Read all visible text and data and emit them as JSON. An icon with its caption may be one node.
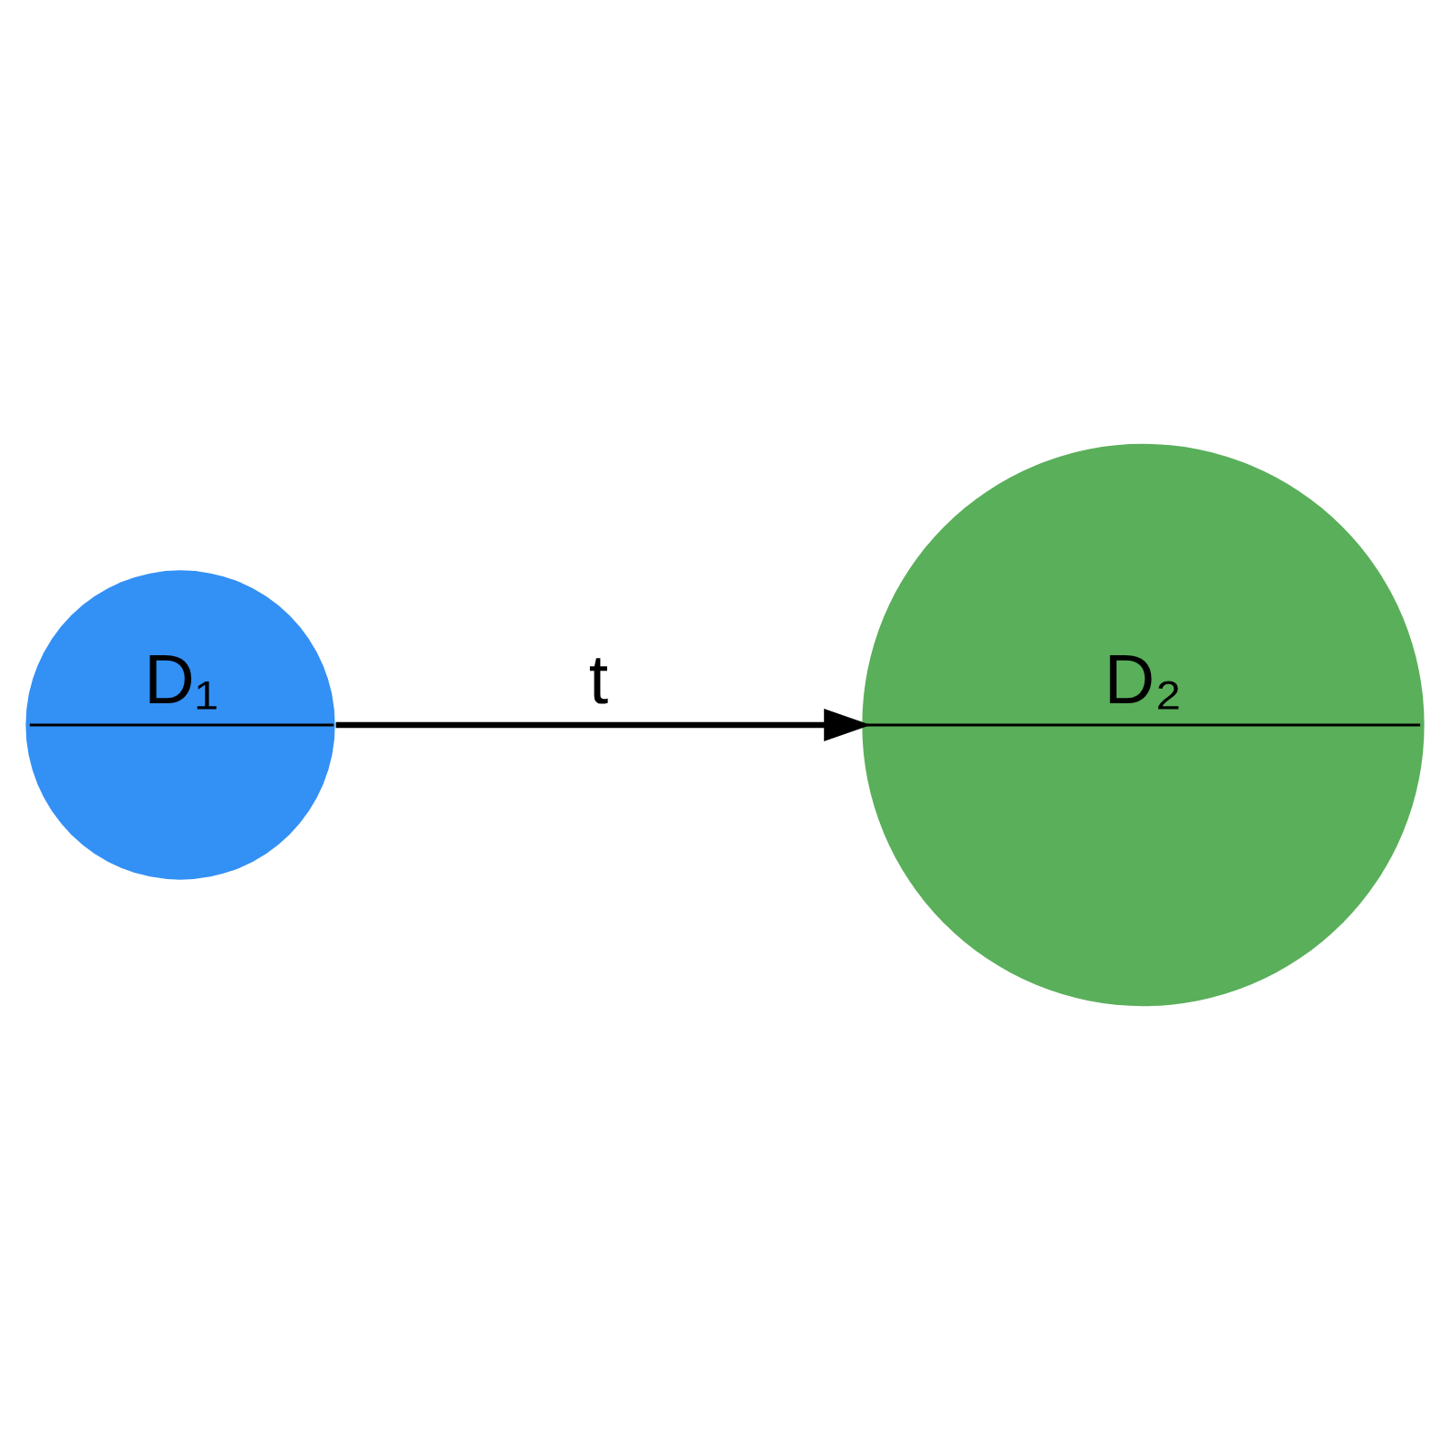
{
  "diagram": {
    "nodes": [
      {
        "text": [
          "D₁"
        ]
      },
      {
        "text": [
          "D₂"
        ]
      }
    ],
    "edges": [
      {
        "from": 0,
        "to": 1,
        "arrow": "to",
        "label": "t"
      }
    ]
  }
}
